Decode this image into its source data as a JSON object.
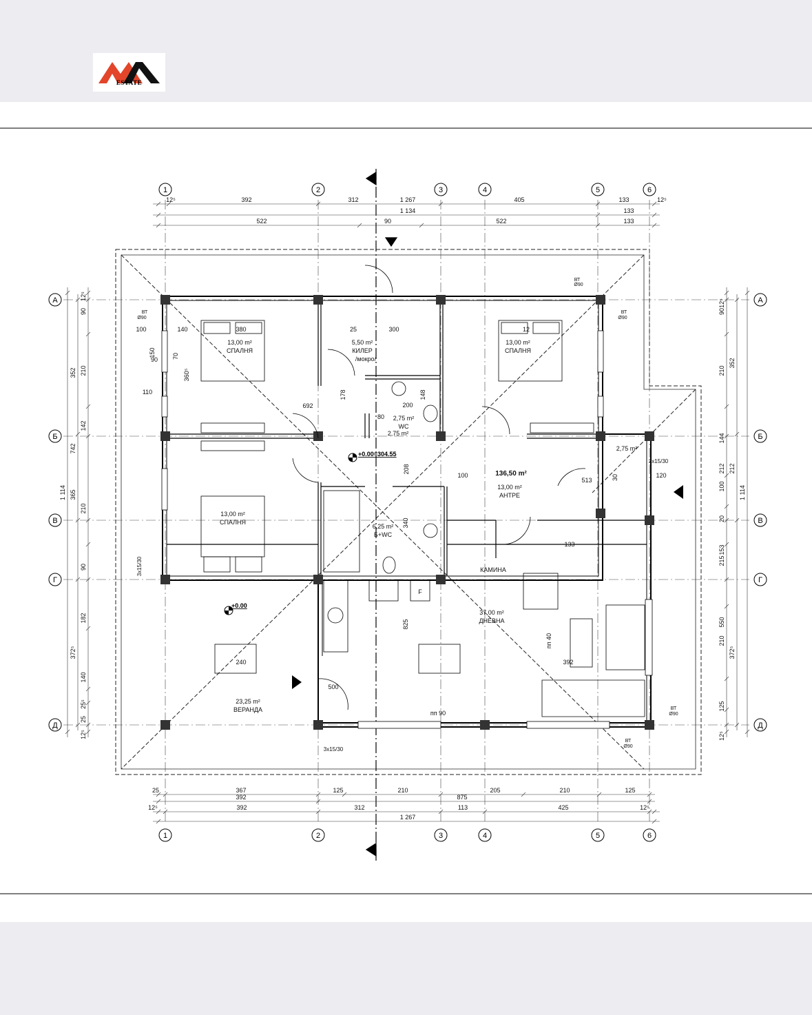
{
  "brand": {
    "logo_text": "ESTATE",
    "logo_color": "#e2452a"
  },
  "plan": {
    "axes_vertical": [
      "1",
      "2",
      "3",
      "4",
      "5",
      "6"
    ],
    "axes_horizontal": [
      "А",
      "Б",
      "В",
      "Г",
      "Д"
    ],
    "total_area": "136,50 m²",
    "level_main": "+0.00=304.55",
    "level_veranda": "+0.00",
    "rooms": [
      {
        "id": "bed-nw",
        "area": "13,00 m²",
        "name": "СПАЛНЯ"
      },
      {
        "id": "pantry",
        "area": "5,50 m²",
        "name": "КИЛЕР",
        "note": "/мокро/"
      },
      {
        "id": "wc",
        "area": "2,75 m²",
        "name": "WC"
      },
      {
        "id": "bed-ne",
        "area": "13,00 m²",
        "name": "СПАЛНЯ"
      },
      {
        "id": "bed-w",
        "area": "13,00 m²",
        "name": "СПАЛНЯ"
      },
      {
        "id": "bath",
        "area": "6,25 m²",
        "name": "Б+WC"
      },
      {
        "id": "hall",
        "area": "13,00 m²",
        "name": "АНТРЕ"
      },
      {
        "id": "vestibule",
        "area": "2,75 m²",
        "name": ""
      },
      {
        "id": "living",
        "area": "37,00 m²",
        "name": "ДНЕВНА"
      },
      {
        "id": "veranda",
        "area": "23,25 m²",
        "name": "ВЕРАНДА"
      }
    ],
    "fireplace_label": "КАМИНА",
    "fridge_label": "F",
    "downpipe_label": "ВТ",
    "downpipe_diam": "Ø90",
    "column_note": "3x15/30",
    "column_note_east": "2x15/30",
    "dims_top": {
      "r1": [
        "12⁵",
        "392",
        "312",
        "1 267",
        "405",
        "133",
        "12⁵"
      ],
      "r2": [
        "1 134",
        "133"
      ],
      "r3": [
        "522",
        "90",
        "522",
        "133"
      ]
    },
    "dims_bottom": {
      "r1": [
        "25",
        "367",
        "125",
        "210",
        "205",
        "210",
        "125"
      ],
      "r2": [
        "392",
        "875"
      ],
      "r3": [
        "12⁵",
        "392",
        "312",
        "113",
        "425",
        "12⁵"
      ],
      "r4": [
        "1 267"
      ]
    },
    "dims_left": {
      "outer": [
        "1 114"
      ],
      "mid": [
        "352",
        "742",
        "365",
        "372⁵"
      ],
      "inner": [
        "12⁵",
        "90",
        "210",
        "142",
        "210",
        "90",
        "182",
        "140",
        "25⁵",
        "25",
        "12⁵"
      ]
    },
    "dims_right": {
      "outer": [
        "1 114"
      ],
      "mid": [
        "352",
        "212",
        "372⁵"
      ],
      "inner": [
        "12⁵",
        "90",
        "210",
        "144",
        "212",
        "100",
        "20",
        "153",
        "215",
        "550",
        "210",
        "125",
        "12⁵"
      ]
    },
    "interior_dims": [
      "100",
      "380",
      "300",
      "12",
      "25",
      "140",
      "150",
      "90",
      "70",
      "110",
      "178",
      "148",
      "200",
      "80",
      "692",
      "100",
      "513",
      "133",
      "30",
      "120",
      "208",
      "340",
      "360⁵",
      "825",
      "392",
      "240",
      "500",
      "пп 40",
      "пп 90",
      "2,75 m²"
    ]
  }
}
